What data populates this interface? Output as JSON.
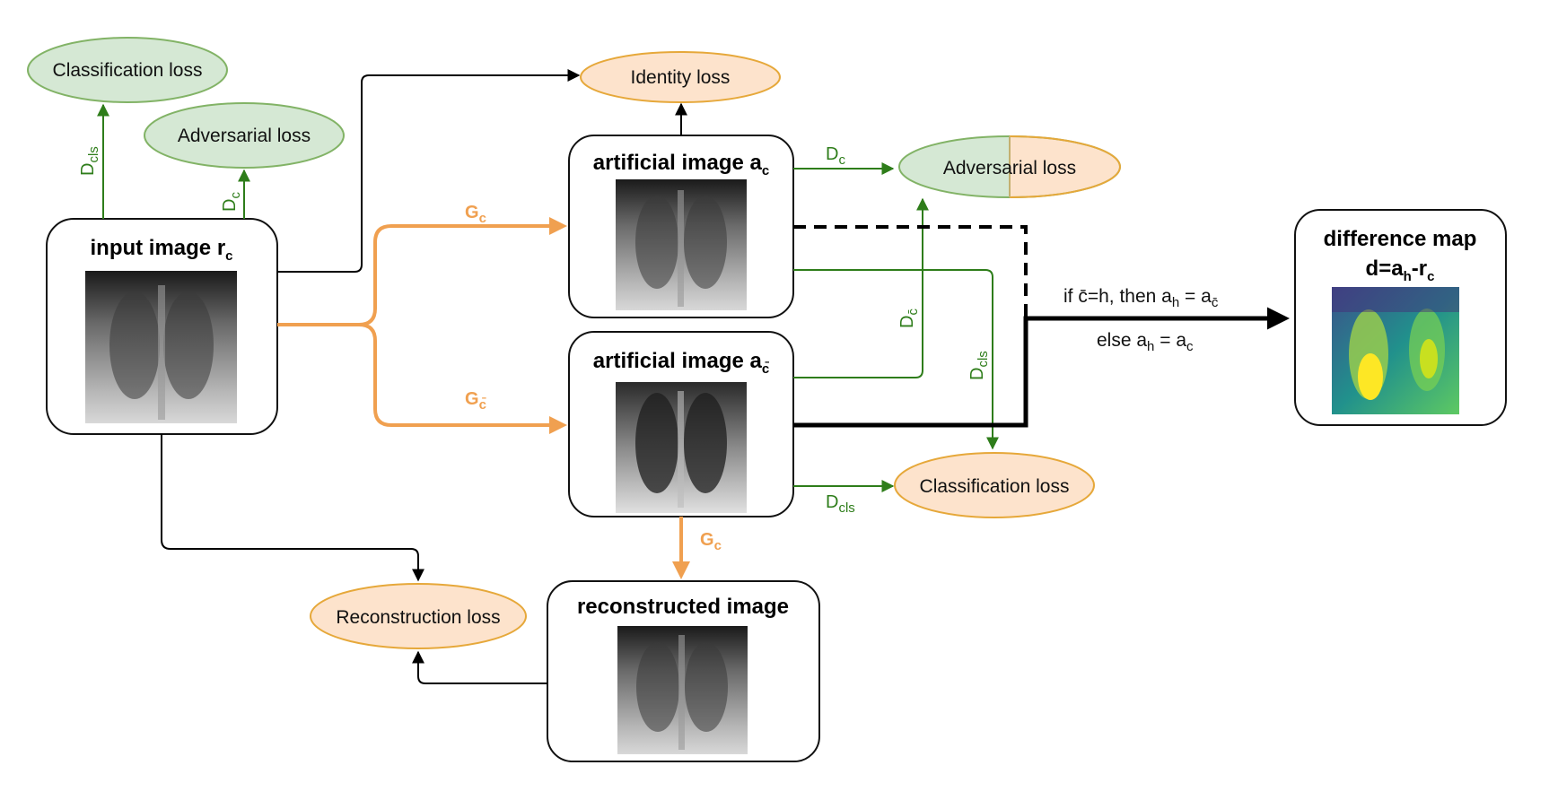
{
  "colors": {
    "green_fill": "#d5e8d4",
    "green_stroke": "#82b366",
    "green_arrow": "#2e7d1a",
    "orange_fill": "#fde3cc",
    "orange_stroke": "#e6a83a",
    "orange_arrow": "#f0a050",
    "black": "#000000"
  },
  "nodes": {
    "input": {
      "title": "input image r",
      "sub": "c"
    },
    "art_c": {
      "title": "artificial image a",
      "sub": "c"
    },
    "art_cbar": {
      "title": "artificial image a",
      "sub": "c̄"
    },
    "reconstructed": {
      "title": "reconstructed image"
    },
    "diffmap": {
      "title_line1": "difference map",
      "title_line2_a": "d=a",
      "title_line2_sub1": "h",
      "title_line2_b": "-r",
      "title_line2_sub2": "c"
    }
  },
  "losses": {
    "cls_top": "Classification loss",
    "adv_left": "Adversarial loss",
    "identity": "Identity loss",
    "adv_right": "Adversarial loss",
    "cls_right": "Classification loss",
    "reconstruction": "Reconstruction loss"
  },
  "edge_labels": {
    "G": "G",
    "D": "D",
    "sub_c": "c",
    "sub_cbar": "c̄",
    "sub_cls": "cls"
  },
  "condition": {
    "line1_prefix": "if ",
    "line1_cbar": "c̄",
    "line1_mid": "=h, then a",
    "line1_sub_h": "h",
    "line1_eq": " = a",
    "line1_sub_cbar": "c̄",
    "line2_prefix": "else a",
    "line2_sub_h": "h",
    "line2_eq": " = a",
    "line2_sub_c": "c"
  }
}
